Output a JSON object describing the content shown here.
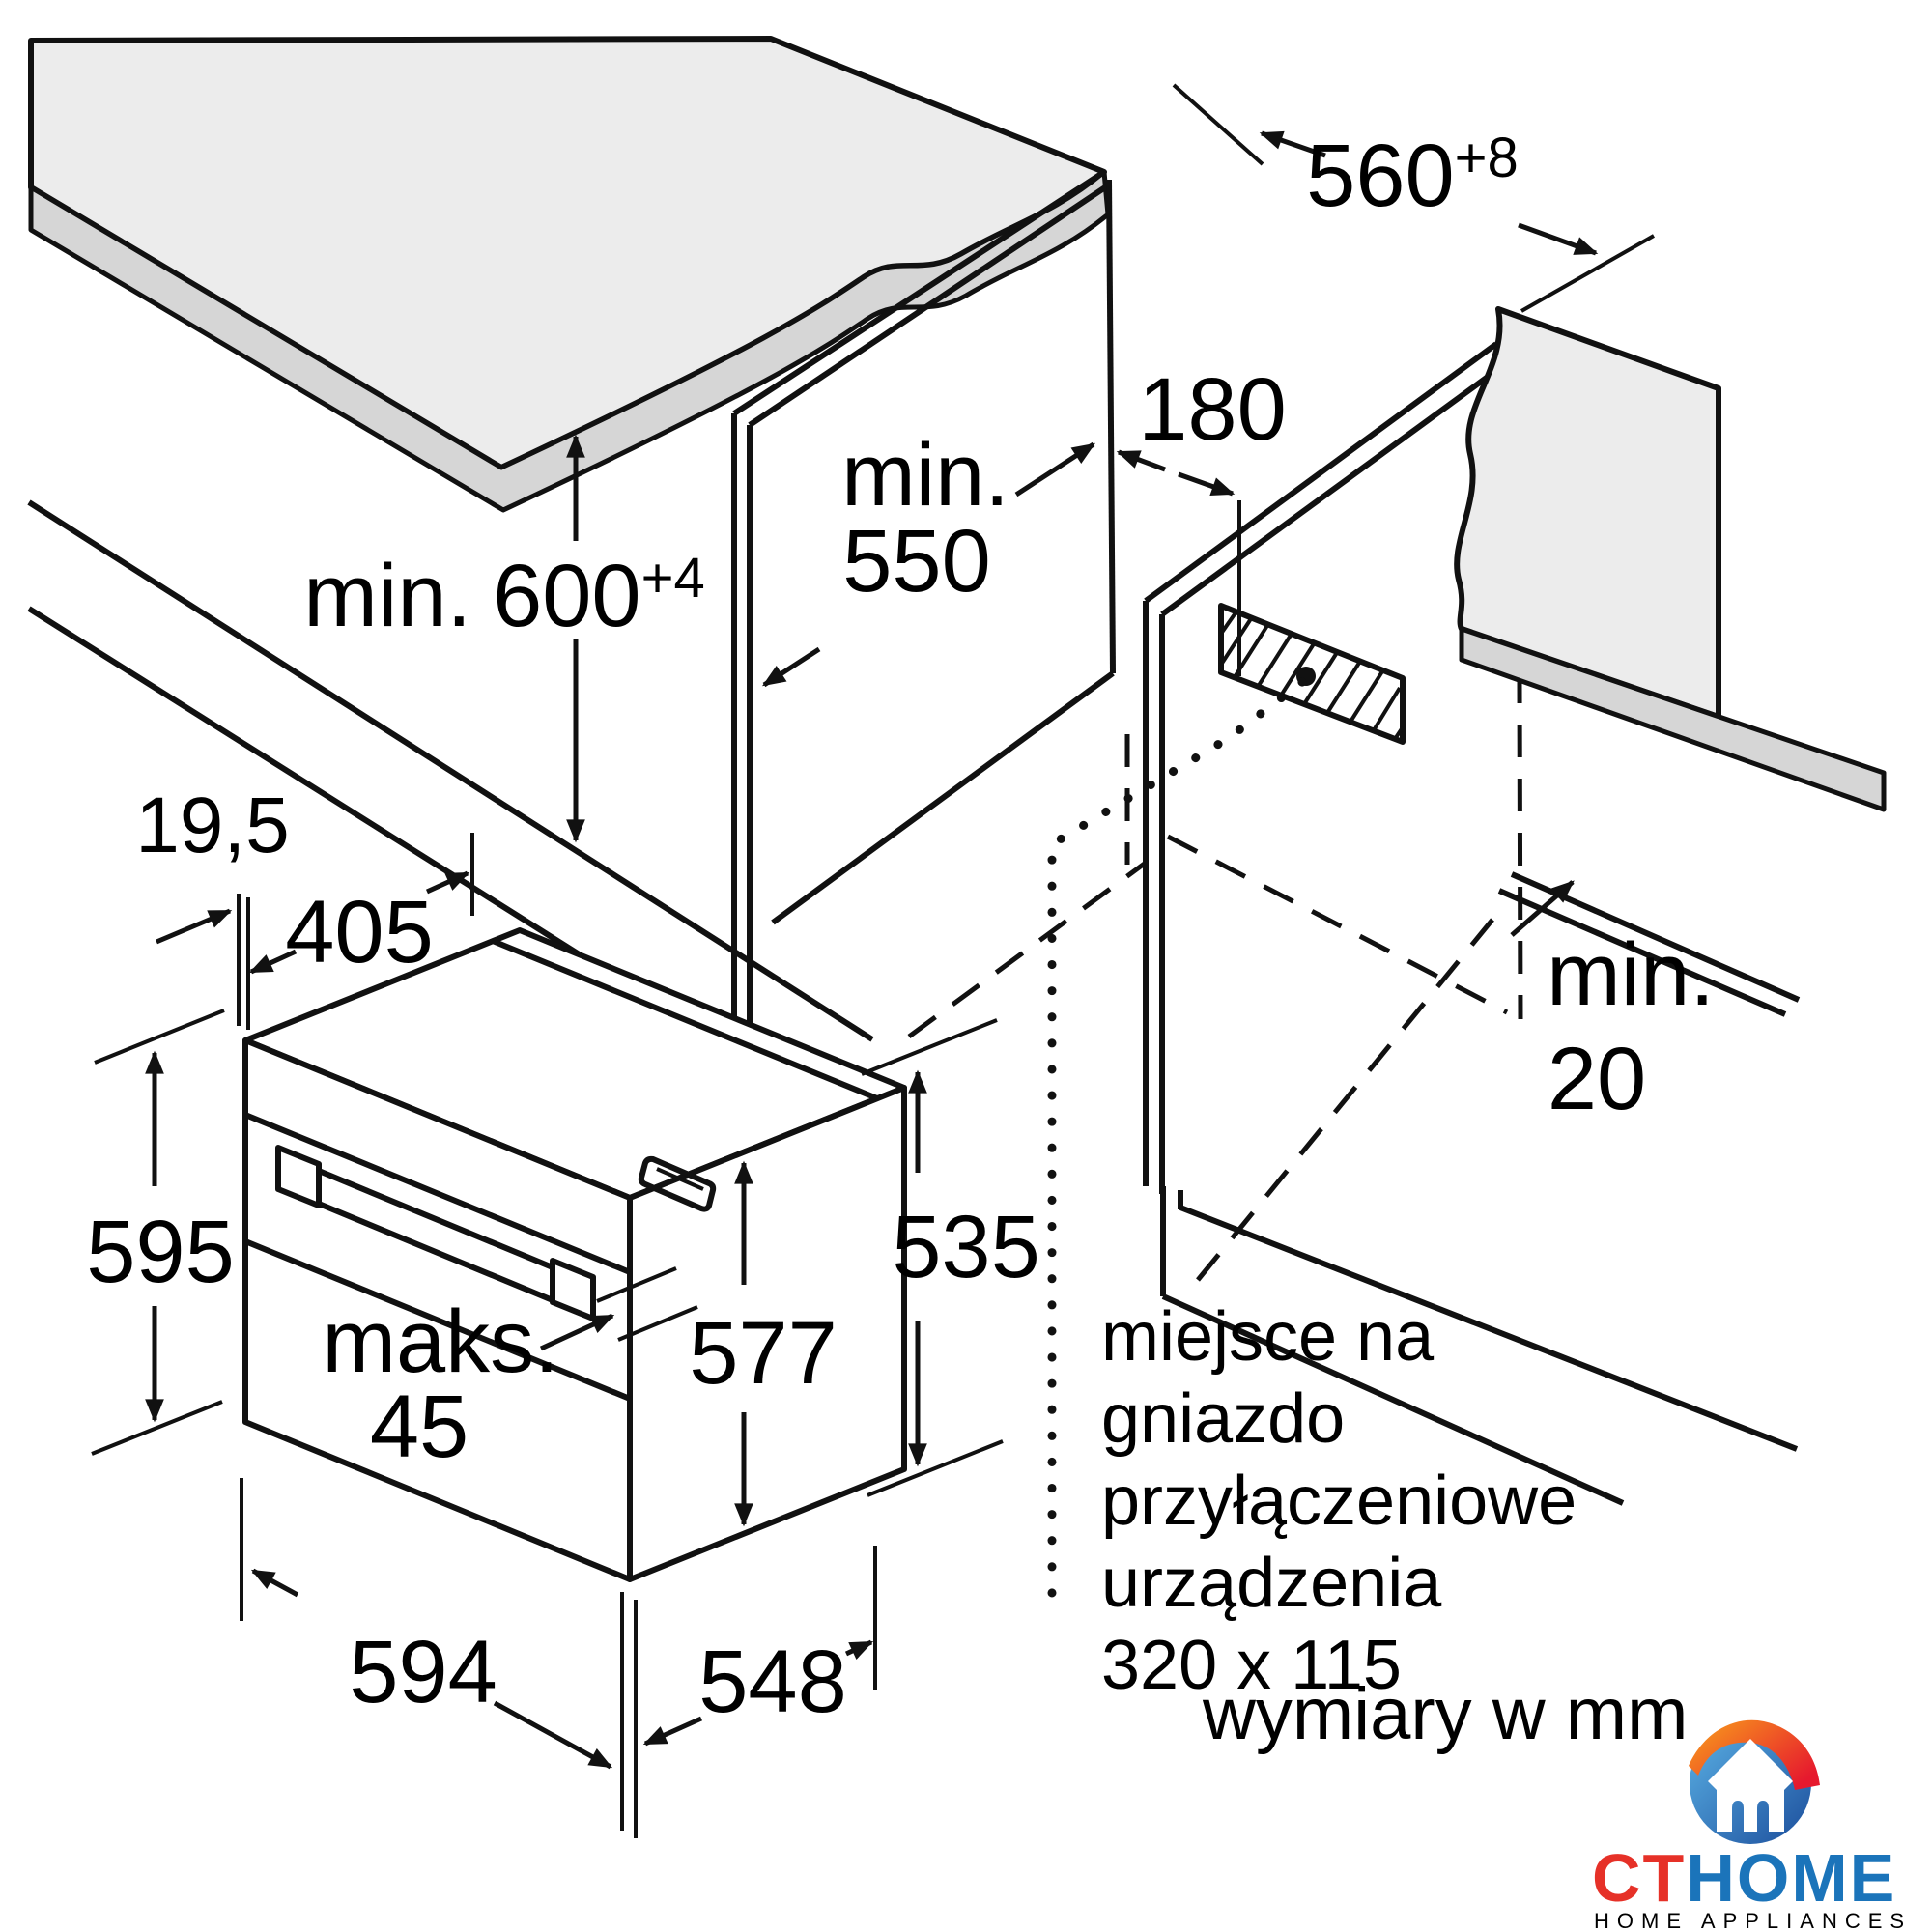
{
  "diagram": {
    "dims": {
      "niche_width": {
        "value": "560",
        "sup": "+8"
      },
      "niche_height": {
        "prefix": "min.",
        "value": "600",
        "sup": "+4"
      },
      "niche_depth": {
        "line1": "min.",
        "line2": "550"
      },
      "socket_offset": "180",
      "rear_gap": {
        "line1": "min.",
        "line2": "20"
      },
      "oven": {
        "door_overhang": "19,5",
        "top_depth": "405",
        "front_height": "595",
        "handle_depth": {
          "line1": "maks.",
          "line2": "45"
        },
        "body_height": "577",
        "side_height": "535",
        "width": "594",
        "depth": "548"
      }
    },
    "note": {
      "lines": [
        "miejsce na",
        "gniazdo",
        "przyłączeniowe",
        "urządzenia",
        "320 x 115"
      ]
    },
    "units_caption": "wymiary w mm"
  },
  "logo": {
    "brand_red": "CT",
    "brand_blue": "HOME",
    "tagline": "HOME APPLIANCES",
    "colors": {
      "red": "#e63128",
      "blue": "#1b74ba",
      "gray": "#8f9699"
    }
  },
  "colors": {
    "line": "#111111",
    "surface": "#ececec",
    "edge": "#d6d6d6"
  }
}
